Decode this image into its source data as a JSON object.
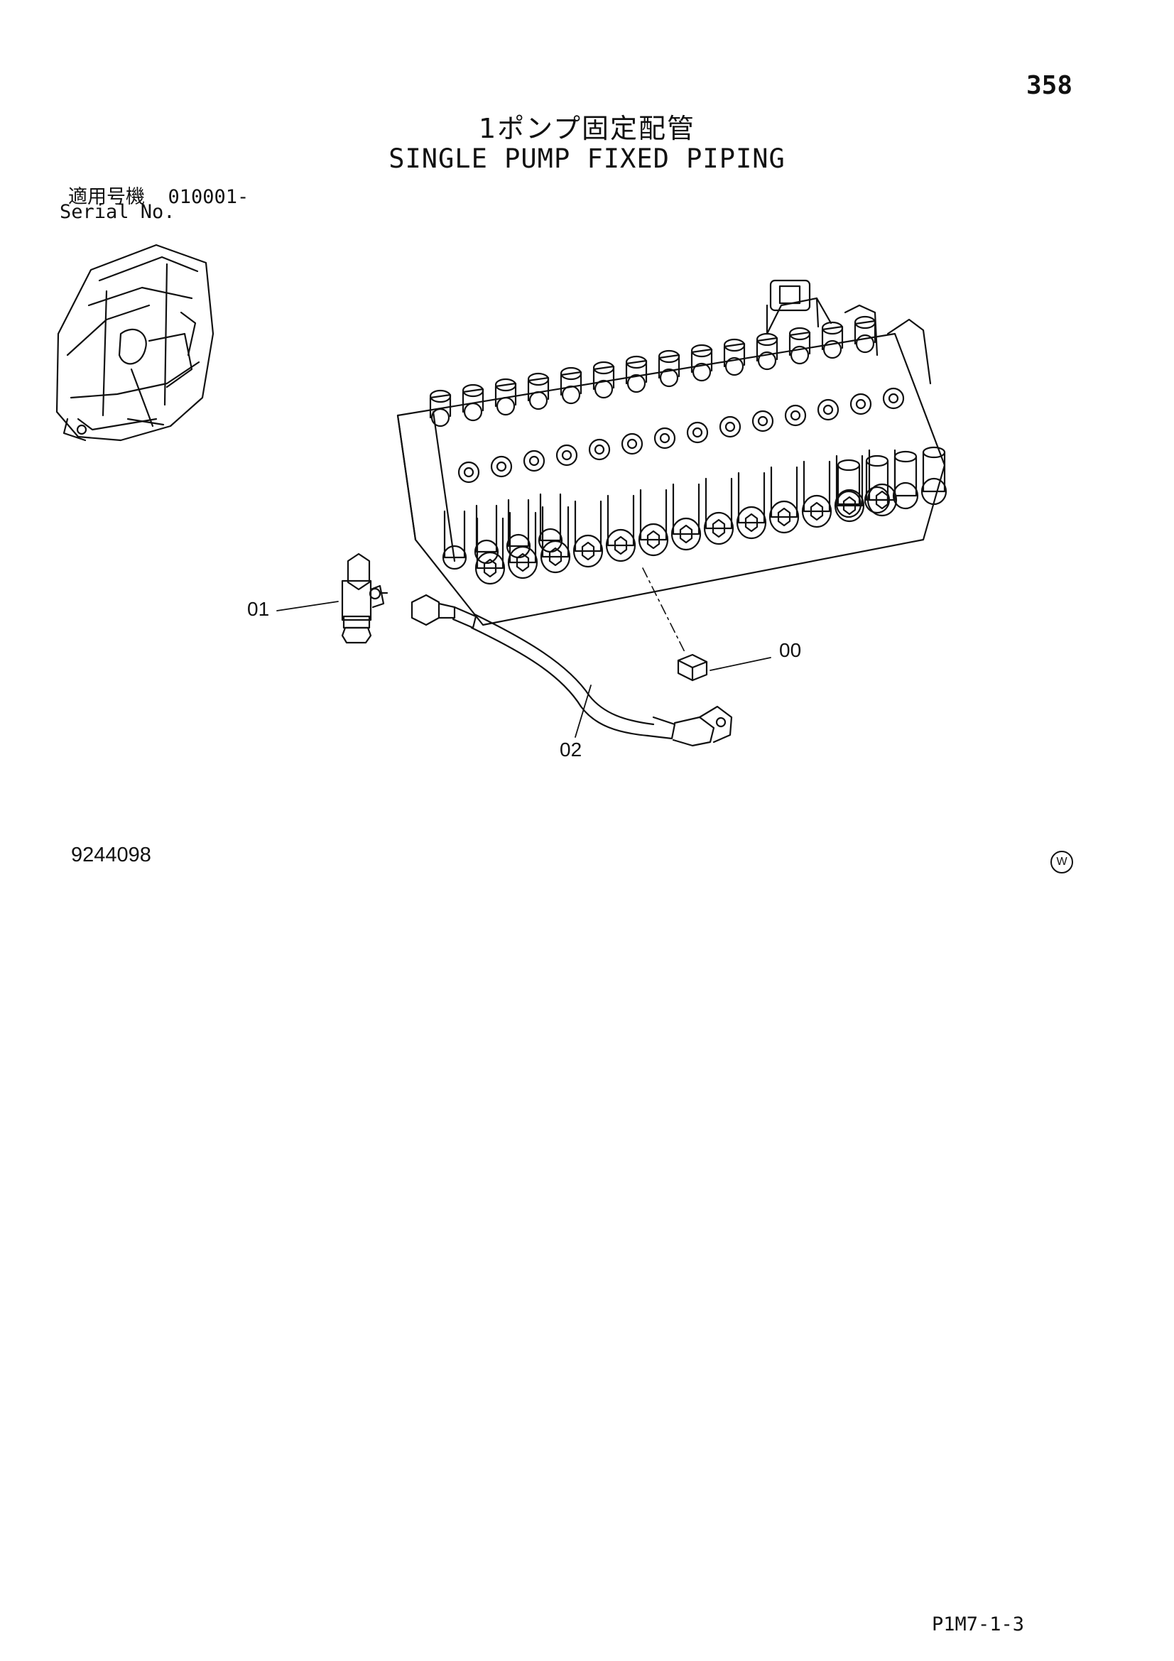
{
  "header": {
    "page_number": "358",
    "title_jp": "1ポンプ固定配管",
    "title_en": "SINGLE PUMP FIXED PIPING"
  },
  "serial": {
    "label_jp": "適用号機",
    "value": "010001-",
    "label_en": "Serial No."
  },
  "callouts": [
    "00",
    "01",
    "02"
  ],
  "footer": {
    "drawing_number": "9244098",
    "mark": "W",
    "page_ref": "P1M7-1-3"
  }
}
